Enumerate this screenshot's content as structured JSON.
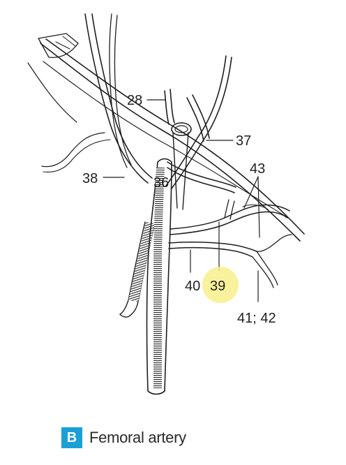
{
  "labels": {
    "l28": "28",
    "l37": "37",
    "l38": "38",
    "l36": "36",
    "l43": "43",
    "l40": "40",
    "l39": "39",
    "l4142": "41; 42"
  },
  "highlight_color": "#f6f08a",
  "caption": {
    "badge": "B",
    "text": "Femoral artery"
  }
}
